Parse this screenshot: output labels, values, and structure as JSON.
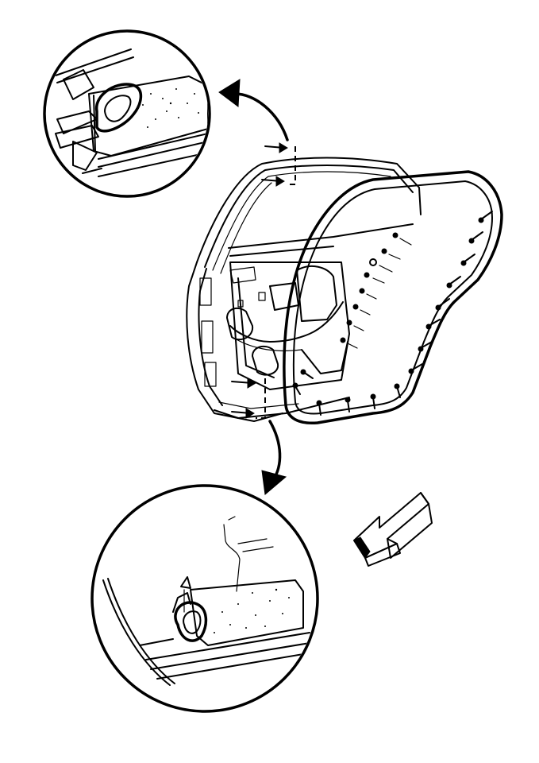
{
  "figure": {
    "subject": "",
    "callouts": [
      {
        "id": "upper-detail",
        "content": ""
      },
      {
        "id": "lower-detail",
        "content": ""
      }
    ],
    "direction_arrow": {
      "points_toward": "front"
    }
  },
  "colors": {
    "ink": "#000000",
    "paper": "#ffffff"
  }
}
